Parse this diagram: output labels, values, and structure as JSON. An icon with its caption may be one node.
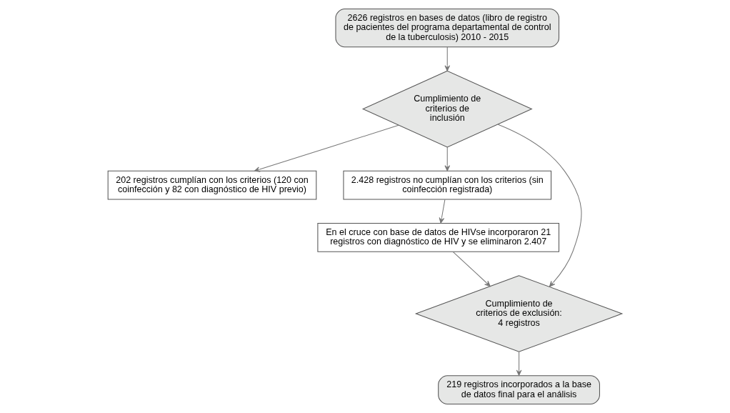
{
  "diagram": {
    "nodes": [
      {
        "text": [
          "2626 registros en bases de datos (libro de registro de pacientes del programa departamental de control de la tuberculosis) 2010 - 2015"
        ]
      },
      {
        "text": [
          "Cumplimiento de criterios de inclusión"
        ]
      },
      {
        "text": [
          "202 registros cumplían con los criterios (120 con coinfección y 82 con diagnóstico de HIV previo)"
        ]
      },
      {
        "text": [
          "2.428 registros no cumplían con los criterios (sin coinfección registrada)"
        ]
      },
      {
        "text": [
          "En el cruce con base de datos de HIVse incorporaron 21 registros con diagnóstico de HIV y se eliminaron 2.407"
        ]
      },
      {
        "text": [
          "Cumplimiento de criterios de exclusión: 4 registros"
        ]
      },
      {
        "text": [
          "219 registros incorporados a la base de datos final para el análisis"
        ]
      }
    ],
    "edges": [
      {
        "from": 0,
        "to": 1,
        "arrow": "to"
      },
      {
        "from": 1,
        "to": 2,
        "arrow": "to"
      },
      {
        "from": 1,
        "to": 3,
        "arrow": "to"
      },
      {
        "from": 3,
        "to": 4,
        "arrow": "to"
      },
      {
        "from": 1,
        "to": 5,
        "arrow": "to"
      },
      {
        "from": 4,
        "to": 5,
        "arrow": "to"
      },
      {
        "from": 5,
        "to": 6,
        "arrow": "to"
      }
    ]
  }
}
